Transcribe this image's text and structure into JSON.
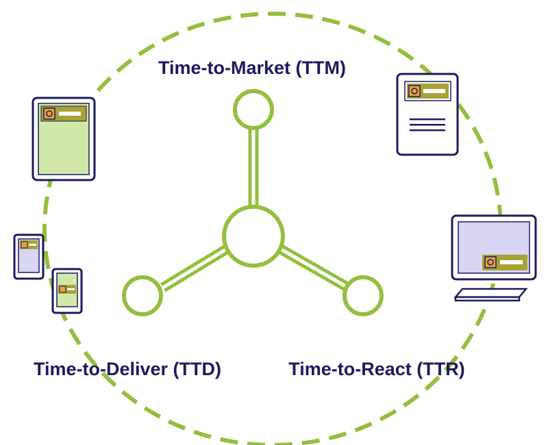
{
  "diagram": {
    "labels": {
      "ttm": "Time-to-Market (TTM)",
      "ttd": "Time-to-Deliver (TTD)",
      "ttr": "Time-to-React (TTR)"
    },
    "colors": {
      "green": "#94bf3f",
      "navy": "#1c1a5e",
      "device_fill_green": "#d2e8a8",
      "device_fill_lavender": "#d8d6f4",
      "header_bar": "#a7a236",
      "logo": "#e5a23e"
    }
  }
}
